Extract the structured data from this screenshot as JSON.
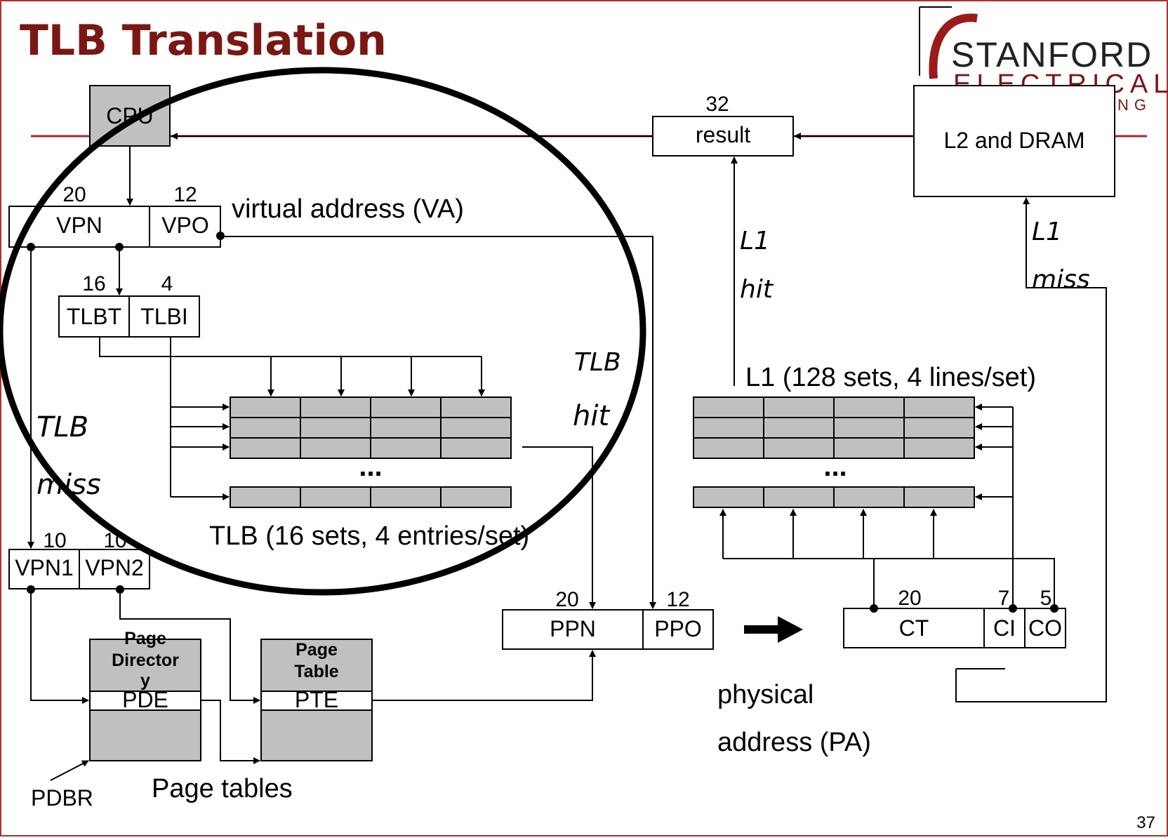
{
  "slide": {
    "title": "TLB Translation",
    "page_number": "37"
  },
  "logo": {
    "line1": "STANFORD",
    "line2": "ELECTRICAL",
    "line3": "NG"
  },
  "cpu": {
    "label": "CPU"
  },
  "result": {
    "bits": "32",
    "label": "result"
  },
  "l2_dram": {
    "label": "L2 and DRAM"
  },
  "virtual_address": {
    "caption": "virtual address (VA)",
    "vpn": {
      "label": "VPN",
      "bits": "20"
    },
    "vpo": {
      "label": "VPO",
      "bits": "12"
    }
  },
  "tlb_index": {
    "tlbt": {
      "label": "TLBT",
      "bits": "16"
    },
    "tlbi": {
      "label": "TLBI",
      "bits": "4"
    }
  },
  "tlb": {
    "caption": "TLB (16 sets, 4 entries/set)",
    "ellipsis": "...",
    "hit_label_1": "TLB",
    "hit_label_2": "hit",
    "miss_label_1": "TLB",
    "miss_label_2": "miss"
  },
  "l1": {
    "caption": "L1 (128 sets, 4 lines/set)",
    "ellipsis": "...",
    "hit_label_1": "L1",
    "hit_label_2": "hit",
    "miss_label_1": "L1",
    "miss_label_2": "miss"
  },
  "vpn_split": {
    "vpn1": {
      "label": "VPN1",
      "bits": "10"
    },
    "vpn2": {
      "label": "VPN2",
      "bits": "10"
    }
  },
  "page_tables": {
    "caption": "Page tables",
    "directory": {
      "title_1": "Page",
      "title_2": "Director",
      "title_3": "y",
      "entry": "PDE"
    },
    "table": {
      "title_1": "Page",
      "title_2": "Table",
      "entry": "PTE"
    },
    "pdbr": "PDBR"
  },
  "physical_address": {
    "ppn": {
      "label": "PPN",
      "bits": "20"
    },
    "ppo": {
      "label": "PPO",
      "bits": "12"
    },
    "caption_1": "physical",
    "caption_2": "address (PA)"
  },
  "cache_address": {
    "ct": {
      "label": "CT",
      "bits": "20"
    },
    "ci": {
      "label": "CI",
      "bits": "7"
    },
    "co": {
      "label": "CO",
      "bits": "5"
    }
  },
  "colors": {
    "title": "#7a1712",
    "accent_line": "#a52a2a",
    "circle": "#000000",
    "cell_fill": "#c0c0c0"
  }
}
